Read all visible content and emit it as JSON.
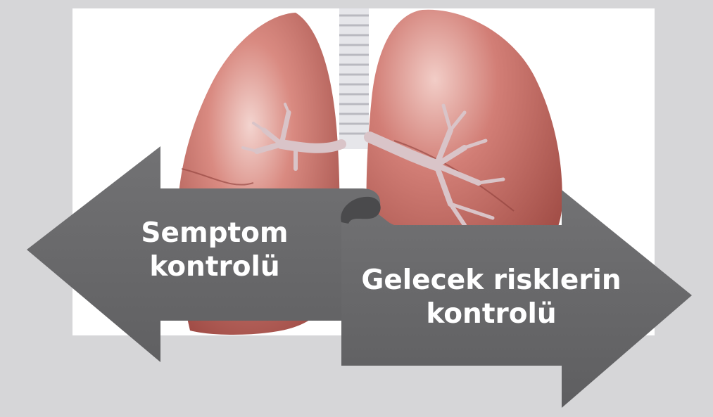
{
  "diagram": {
    "left_arrow": {
      "line1": "Semptom",
      "line2": "kontrolü"
    },
    "right_arrow": {
      "line1": "Gelecek risklerin",
      "line2": "kontrolü"
    }
  },
  "colors": {
    "frame_background": "#d6d6d8",
    "panel_background": "#ffffff",
    "arrow_fill": "#6b6b6d",
    "arrow_fold_shade": "#4a4a4c",
    "arrow_text": "#ffffff",
    "lung_tissue": "#c46a62",
    "lung_shadow": "#9e4a44",
    "bronchi": "#d9c4c8",
    "trachea": "#e2e2e6"
  },
  "image": {
    "subject": "lungs-illustration"
  }
}
